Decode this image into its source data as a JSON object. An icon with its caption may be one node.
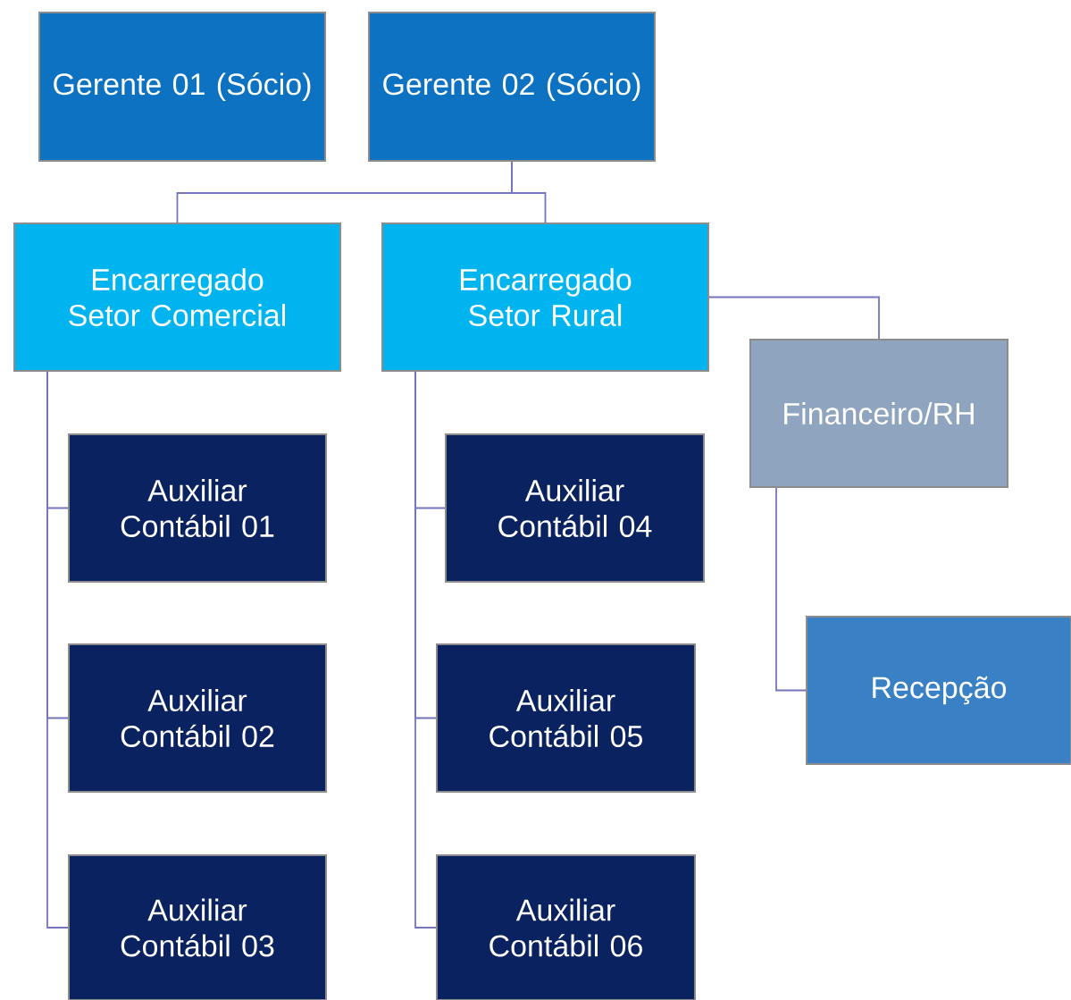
{
  "diagram": {
    "nodes": [
      {
        "text": [
          "Gerente 01 (Sócio)"
        ]
      },
      {
        "text": [
          "Gerente 02 (Sócio)"
        ]
      },
      {
        "text": [
          "Encarregado Setor Comercial"
        ]
      },
      {
        "text": [
          "Encarregado Setor Rural"
        ]
      },
      {
        "text": [
          "Financeiro/RH"
        ]
      },
      {
        "text": [
          "Auxiliar Contábil 01"
        ]
      },
      {
        "text": [
          "Auxiliar Contábil 04"
        ]
      },
      {
        "text": [
          "Auxiliar Contábil 02"
        ]
      },
      {
        "text": [
          "Auxiliar Contábil 05"
        ]
      },
      {
        "text": [
          "Recepção"
        ]
      },
      {
        "text": [
          "Auxiliar Contábil 03"
        ]
      },
      {
        "text": [
          "Auxiliar Contábil 06"
        ]
      }
    ],
    "edges": [
      {
        "from": 1,
        "to": 2,
        "arrow": "none"
      },
      {
        "from": 1,
        "to": 3,
        "arrow": "none"
      },
      {
        "from": 3,
        "to": 4,
        "arrow": "none"
      },
      {
        "from": 2,
        "to": 5,
        "arrow": "none"
      },
      {
        "from": 2,
        "to": 7,
        "arrow": "none"
      },
      {
        "from": 2,
        "to": 10,
        "arrow": "none"
      },
      {
        "from": 3,
        "to": 6,
        "arrow": "none"
      },
      {
        "from": 3,
        "to": 8,
        "arrow": "none"
      },
      {
        "from": 3,
        "to": 11,
        "arrow": "none"
      },
      {
        "from": 4,
        "to": 9,
        "arrow": "none"
      }
    ]
  }
}
